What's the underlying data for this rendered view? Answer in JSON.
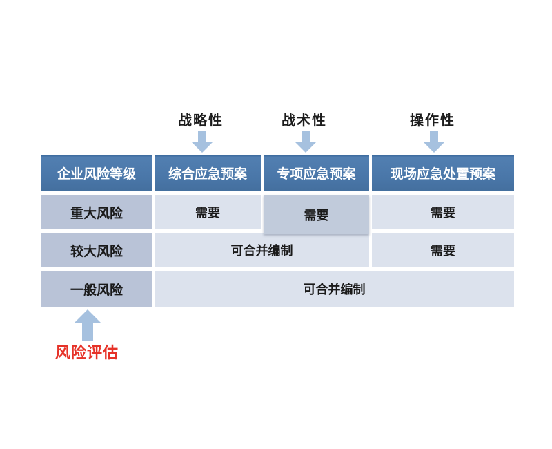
{
  "top_labels": {
    "strategic": "战略性",
    "tactical": "战术性",
    "operational": "操作性"
  },
  "table": {
    "header": {
      "risk_level": "企业风险等级",
      "comprehensive": "综合应急预案",
      "special": "专项应急预案",
      "onsite": "现场应急处置预案"
    },
    "rows": {
      "major": {
        "label": "重大风险",
        "comprehensive": "需要",
        "special": "需要",
        "onsite": "需要"
      },
      "larger": {
        "label": "较大风险",
        "merged": "可合并编制",
        "onsite": "需要"
      },
      "general": {
        "label": "一般风险",
        "merged": "可合并编制"
      }
    }
  },
  "bottom": {
    "label": "风险评估"
  },
  "colors": {
    "header_bg": "#4a77a9",
    "row_label_bg": "#b9c3d7",
    "highlight_cell_bg": "#c1cbdb",
    "data_cell_bg": "#dce2ed",
    "arrow": "#a6c1df",
    "assessment_red": "#e63228"
  }
}
